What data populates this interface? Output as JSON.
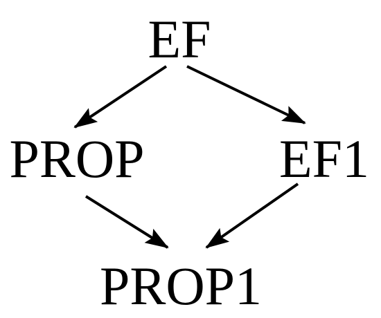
{
  "diagram": {
    "nodes": {
      "ef": "EF",
      "prop": "PROP",
      "ef1": "EF1",
      "prop1": "PROP1"
    },
    "edges": [
      {
        "from": "EF",
        "to": "PROP"
      },
      {
        "from": "EF",
        "to": "EF1"
      },
      {
        "from": "PROP",
        "to": "PROP1"
      },
      {
        "from": "EF1",
        "to": "PROP1"
      }
    ]
  }
}
